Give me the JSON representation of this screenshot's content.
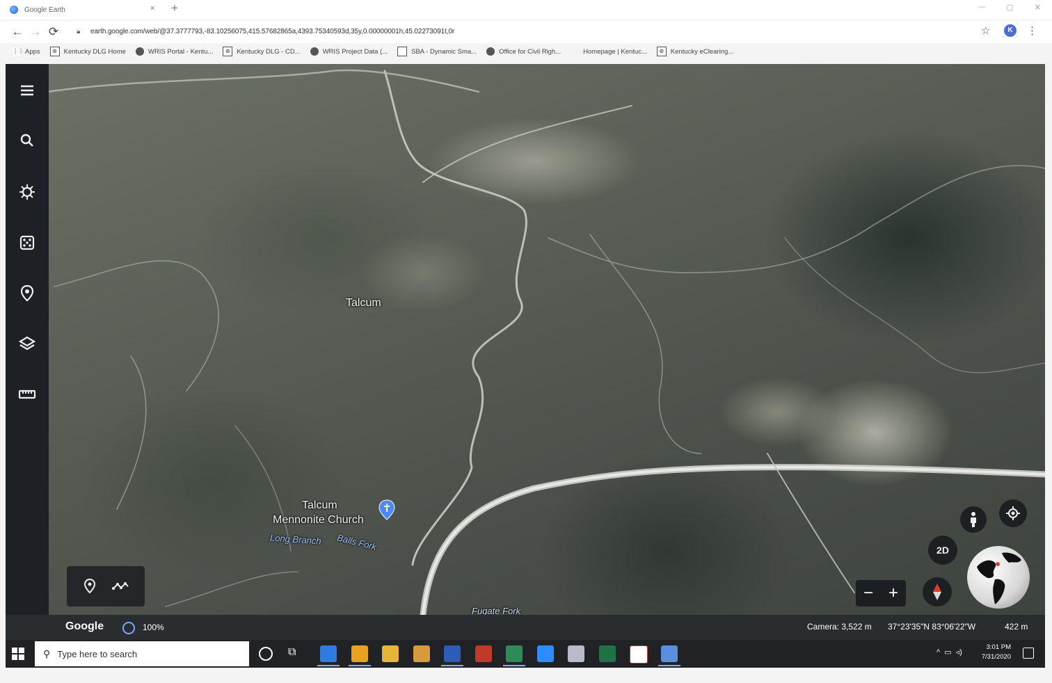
{
  "browser": {
    "tab_title": "Google Earth",
    "tab_close": "×",
    "new_tab": "+",
    "url": "earth.google.com/web/@37.3777793,-83.10256075,415.57682865a,4393.75340593d,35y,0.00000001h,45.02273091t,0r",
    "bookmarks": [
      {
        "label": "Apps",
        "icon": "apps-grid-icon"
      },
      {
        "label": "Kentucky DLG Home",
        "icon": "ky-seal-icon"
      },
      {
        "label": "WRIS Portal - Kentu...",
        "icon": "globe-icon"
      },
      {
        "label": "Kentucky DLG - CD...",
        "icon": "ky-seal-icon"
      },
      {
        "label": "WRIS Project Data (...",
        "icon": "drop-icon"
      },
      {
        "label": "SBA - Dynamic Sma...",
        "icon": "sba-icon"
      },
      {
        "label": "Office for Civil Righ...",
        "icon": "diamond-icon"
      },
      {
        "label": "Homepage | Kentuc...",
        "icon": "blank-icon"
      },
      {
        "label": "Kentucky eClearing...",
        "icon": "ky-seal-icon"
      }
    ],
    "profile_initial": "K"
  },
  "map": {
    "labels": {
      "town": "Talcum",
      "church_line1": "Talcum",
      "church_line2": "Mennonite Church",
      "stream1": "Long Branch",
      "stream2": "Balls Fork",
      "stream3": "Fugate Fork"
    },
    "toggle_2d": "2D",
    "zoom_out": "−",
    "zoom_in": "+"
  },
  "status": {
    "logo": "Google",
    "loading_percent": "100%",
    "camera": "Camera: 3,522 m",
    "coordinates": "37°23'35\"N 83°06'22\"W",
    "scale": "422 m"
  },
  "taskbar": {
    "search_placeholder": "Type here to search",
    "time": "3:01 PM",
    "date": "7/31/2020",
    "apps": [
      {
        "name": "edge",
        "color": "#2f7be0",
        "active": true
      },
      {
        "name": "chrome",
        "color": "#e8a21f",
        "active": true
      },
      {
        "name": "file-explorer",
        "color": "#e5b53a",
        "active": false
      },
      {
        "name": "outlook-contacts",
        "color": "#d79b3d",
        "active": false
      },
      {
        "name": "word",
        "color": "#2b5cb8",
        "active": true
      },
      {
        "name": "red-app",
        "color": "#c0392b",
        "active": false
      },
      {
        "name": "green-app",
        "color": "#2e8b57",
        "active": true
      },
      {
        "name": "zoom",
        "color": "#2d8cff",
        "active": false
      },
      {
        "name": "eraser-app",
        "color": "#b8bcc8",
        "active": false
      },
      {
        "name": "excel",
        "color": "#1f7244",
        "active": false
      },
      {
        "name": "acrobat",
        "color": "#ffffff",
        "active": false
      },
      {
        "name": "google-earth",
        "color": "#5a8fe0",
        "active": true
      }
    ]
  }
}
